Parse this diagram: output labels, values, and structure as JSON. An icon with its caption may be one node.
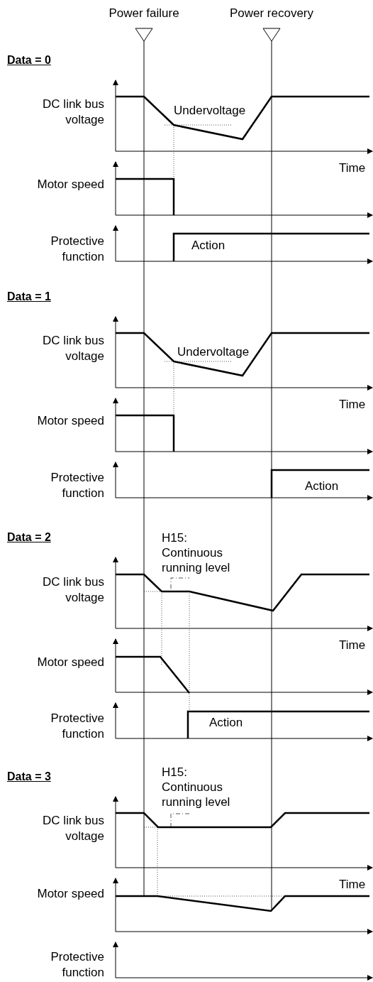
{
  "diagram": {
    "labels": [
      "Power failure",
      "Power recovery",
      "Data = 0",
      "DC link bus voltage",
      "Undervoltage",
      "Time",
      "Motor speed",
      "Protective function",
      "Action",
      "Data = 1",
      "DC link bus voltage",
      "Undervoltage",
      "Time",
      "Motor speed",
      "Protective function",
      "Action",
      "Data = 2",
      "H15: Continuous running level",
      "DC link bus voltage",
      "Time",
      "Motor speed",
      "Protective function",
      "Action",
      "Data = 3",
      "H15: Continuous running level",
      "DC link bus voltage",
      "Time",
      "Motor speed",
      "Protective function"
    ]
  }
}
